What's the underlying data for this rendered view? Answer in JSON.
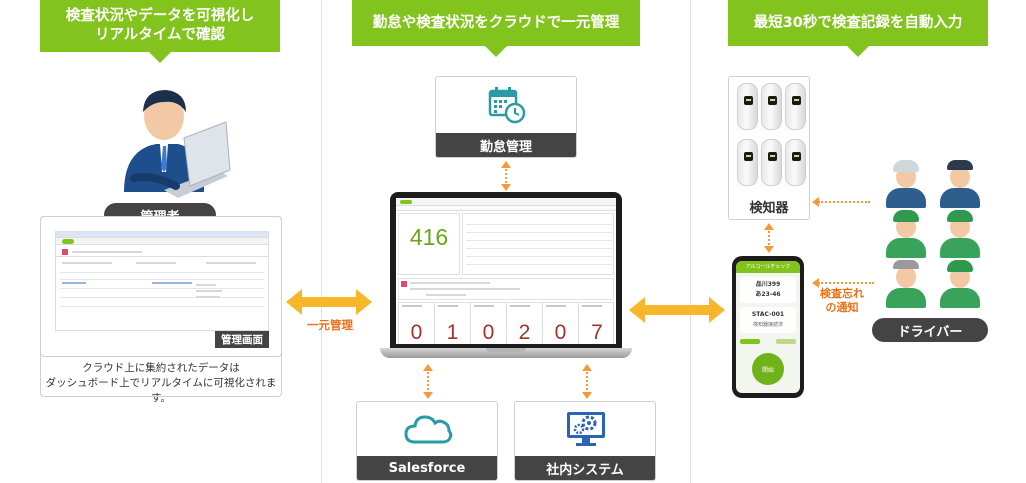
{
  "banners": {
    "left_line1": "検査状況やデータを可視化し",
    "left_line2": "リアルタイムで確認",
    "center": "勤怠や検査状況をクラウドで一元管理",
    "right": "最短30秒で検査記録を自動入力"
  },
  "left": {
    "role_label": "管理者",
    "screen_label": "管理画面",
    "caption_line1": "クラウド上に集約されたデータは",
    "caption_line2": "ダッシュボード上でリアルタイムに可視化されます。"
  },
  "center": {
    "attendance_label": "勤怠管理",
    "unified_label": "一元管理",
    "dashboard_big_number": "416",
    "stats": [
      "0",
      "1",
      "0",
      "2",
      "0",
      "7"
    ],
    "salesforce_label": "Salesforce",
    "internal_system_label": "社内システム"
  },
  "right": {
    "detector_label": "検知器",
    "notify_line1": "検査忘れ",
    "notify_line2": "の通知",
    "driver_label": "ドライバー",
    "phone_header": "アルコールチェック",
    "phone_card1_line1": "品川399",
    "phone_card1_line2": "あ23-46",
    "phone_card2_line1": "STAC-001",
    "phone_card2_line2": "検知器接続済",
    "phone_button": "開始"
  },
  "colors": {
    "banner_green": "#82c31d",
    "dark_label": "#444444",
    "arrow_orange": "#f29a3a",
    "big_arrow_yellow": "#f8b62b",
    "notify_orange": "#e8711a",
    "stat_red": "#a2322a"
  },
  "icons": [
    "manager-person-icon",
    "calendar-clock-icon",
    "cloud-icon",
    "monitor-gears-icon",
    "alcohol-detector-icon",
    "driver-person-icon"
  ]
}
